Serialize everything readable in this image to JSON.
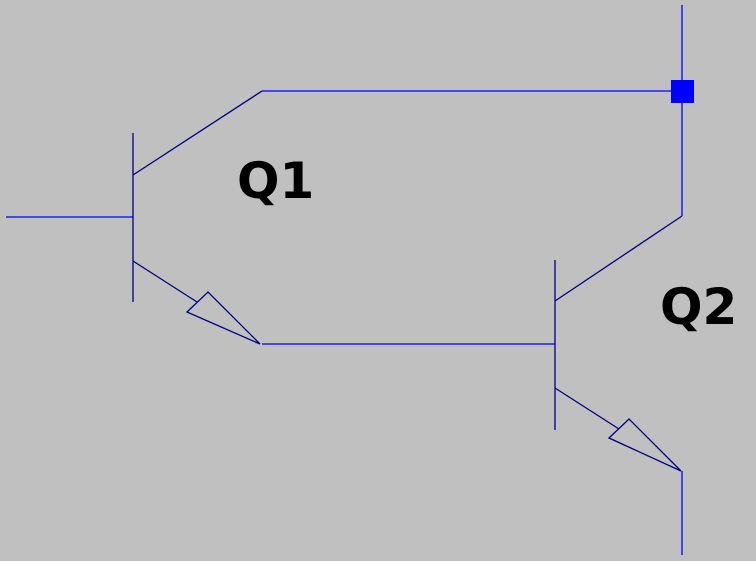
{
  "schematic": {
    "components": [
      {
        "ref": "Q1",
        "type": "npn-transistor"
      },
      {
        "ref": "Q2",
        "type": "npn-transistor"
      }
    ],
    "colors": {
      "wire": "#0000ff",
      "symbol": "#000080",
      "background": "#c0c0c0",
      "label": "#000000"
    }
  }
}
